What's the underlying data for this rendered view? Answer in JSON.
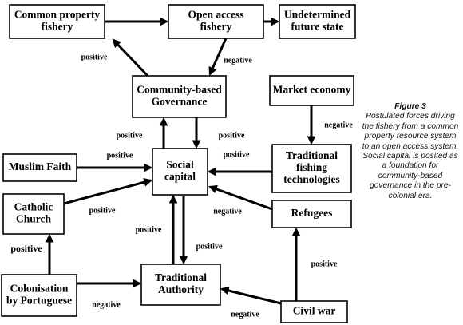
{
  "nodes": {
    "common_property": [
      "Common property",
      "fishery"
    ],
    "open_access": [
      "Open access",
      "fishery"
    ],
    "undetermined": [
      "Undetermined",
      "future state"
    ],
    "community_gov": [
      "Community-based",
      "Governance"
    ],
    "market_economy": [
      "Market economy"
    ],
    "muslim_faith": [
      "Muslim Faith"
    ],
    "social_capital": [
      "Social",
      "capital"
    ],
    "traditional_fishing": [
      "Traditional",
      "fishing",
      "technologies"
    ],
    "catholic_church": [
      "Catholic",
      "Church"
    ],
    "refugees": [
      "Refugees"
    ],
    "colonisation": [
      "Colonisation",
      "by Portuguese"
    ],
    "traditional_authority": [
      "Traditional",
      "Authority"
    ],
    "civil_war": [
      "Civil war"
    ]
  },
  "edges": [
    {
      "from": "common_property",
      "to": "open_access",
      "style": "solid"
    },
    {
      "from": "open_access",
      "to": "undetermined",
      "style": "dashed"
    },
    {
      "from": "community_gov",
      "to": "common_property",
      "label": "positive"
    },
    {
      "from": "open_access",
      "to": "community_gov",
      "label": "negative"
    },
    {
      "from": "social_capital",
      "to": "community_gov",
      "label": "positive"
    },
    {
      "from": "community_gov",
      "to": "social_capital",
      "label": "positive"
    },
    {
      "from": "market_economy",
      "to": "traditional_fishing",
      "label": "negative"
    },
    {
      "from": "muslim_faith",
      "to": "social_capital",
      "label": "positive"
    },
    {
      "from": "traditional_fishing",
      "to": "social_capital",
      "label": "positive"
    },
    {
      "from": "catholic_church",
      "to": "social_capital",
      "label": "positive"
    },
    {
      "from": "refugees",
      "to": "social_capital",
      "label": "negative"
    },
    {
      "from": "traditional_authority",
      "to": "social_capital",
      "label": "positive"
    },
    {
      "from": "social_capital",
      "to": "traditional_authority",
      "label": "positive"
    },
    {
      "from": "colonisation",
      "to": "catholic_church",
      "label": "positive"
    },
    {
      "from": "colonisation",
      "to": "traditional_authority",
      "label": "negative"
    },
    {
      "from": "civil_war",
      "to": "refugees",
      "label": "positive"
    },
    {
      "from": "civil_war",
      "to": "traditional_authority",
      "label": "negative"
    }
  ],
  "caption": {
    "figure": "Figure 3",
    "text": "Postulated forces driving the fishery from a common property resource system to an open access system. Social capital is posited as a foundation for community-based governance in the pre-colonial era."
  }
}
